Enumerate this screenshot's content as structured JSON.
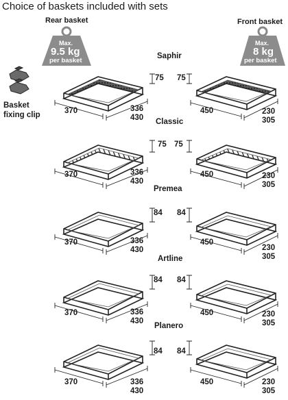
{
  "title": "Choice of baskets included with sets",
  "rear": {
    "label": "Rear basket",
    "max": "Max.",
    "load": "9.5 kg",
    "per": "per basket"
  },
  "front": {
    "label": "Front basket",
    "max": "Max.",
    "load": "8 kg",
    "per": "per basket"
  },
  "clip": {
    "line1": "Basket",
    "line2": "fixing clip"
  },
  "rows": [
    {
      "name": "Saphir",
      "rear_height": "75",
      "front_height": "75",
      "rear_width": "370",
      "rear_depth_1": "336",
      "rear_depth_2": "430",
      "front_width": "450",
      "front_depth_1": "230",
      "front_depth_2": "305"
    },
    {
      "name": "Classic",
      "rear_height": "75",
      "front_height": "75",
      "rear_width": "370",
      "rear_depth_1": "336",
      "rear_depth_2": "430",
      "front_width": "450",
      "front_depth_1": "230",
      "front_depth_2": "305"
    },
    {
      "name": "Premea",
      "rear_height": "84",
      "front_height": "84",
      "rear_width": "370",
      "rear_depth_1": "336",
      "rear_depth_2": "430",
      "front_width": "450",
      "front_depth_1": "230",
      "front_depth_2": "305"
    },
    {
      "name": "Artline",
      "rear_height": "84",
      "front_height": "84",
      "rear_width": "370",
      "rear_depth_1": "336",
      "rear_depth_2": "430",
      "front_width": "450",
      "front_depth_1": "230",
      "front_depth_2": "305"
    },
    {
      "name": "Planero",
      "rear_height": "84",
      "front_height": "84",
      "rear_width": "370",
      "rear_depth_1": "336",
      "rear_depth_2": "430",
      "front_width": "450",
      "front_depth_1": "230",
      "front_depth_2": "305"
    }
  ]
}
